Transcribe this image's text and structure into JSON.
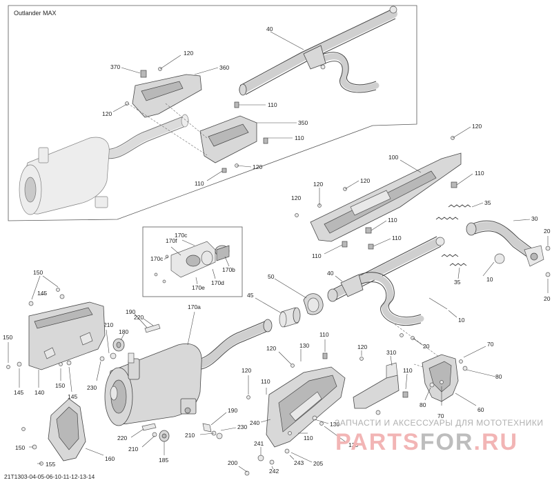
{
  "inset_title": "Outlander MAX",
  "diagram_code": "21T1303-04-05-06-10-11-12-13-14",
  "watermark": {
    "tagline": "ЗАПЧАСТИ И АКСЕССУАРЫ ДЛЯ МОТОТЕХНИКИ",
    "brand_a": "PARTS",
    "brand_b": "FOR",
    "brand_c": ".RU"
  },
  "callouts": {
    "c40_top": "40",
    "c120_a": "120",
    "c370": "370",
    "c360": "360",
    "c120_b": "120",
    "c110_a": "110",
    "c350": "350",
    "c110_b": "110",
    "c120_c": "120",
    "c110_c": "110",
    "c120_d": "120",
    "c100": "100",
    "c110_d": "110",
    "c120_e": "120",
    "c120_f": "120",
    "c110_e": "110",
    "c110_f": "110",
    "c110_g": "110",
    "c35_a": "35",
    "c30": "30",
    "c20_a": "20",
    "c20_b": "20",
    "c10_a": "10",
    "c35_b": "35",
    "c170c": "170c",
    "c170f": "170f",
    "c170c_b": "170c",
    "c170e": "170e",
    "c170d": "170d",
    "c170b": "170b",
    "c50": "50",
    "c40_mid": "40",
    "c10_b": "10",
    "c20_c": "20",
    "c45": "45",
    "c170a": "170a",
    "c150_a": "150",
    "c145_a": "145",
    "c190_a": "190",
    "c220_a": "220",
    "c210_a": "210",
    "c180": "180",
    "c150_b": "150",
    "c130_a": "130",
    "c110_h": "110",
    "c120_g": "120",
    "c70_a": "70",
    "c310": "310",
    "c80_a": "80",
    "c230_a": "230",
    "c150_c": "150",
    "c145_b": "145",
    "c140": "140",
    "c120_h": "120",
    "c110_i": "110",
    "c80_b": "80",
    "c70_b": "70",
    "c60": "60",
    "c240": "240",
    "c130_b": "130",
    "c110_j": "110",
    "c120_i": "120",
    "c190_b": "190",
    "c230_b": "230",
    "c210_b": "210",
    "c220_b": "220",
    "c210_c": "210",
    "c185": "185",
    "c160": "160",
    "c150_d": "150",
    "c155": "155",
    "c241": "241",
    "c200": "200",
    "c242": "242",
    "c243": "243",
    "c205": "205",
    "c110_k": "110"
  }
}
